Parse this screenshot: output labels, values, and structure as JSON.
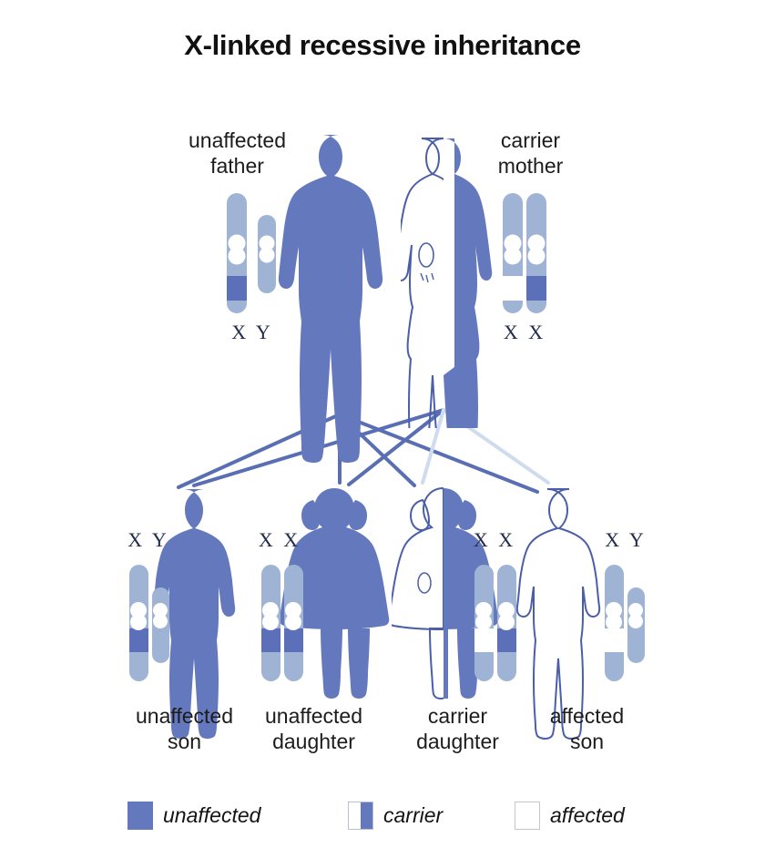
{
  "title": "X-linked recessive inheritance",
  "colors": {
    "figure_blue": "#6478bd",
    "outline_blue": "#4a5fa8",
    "chromosome_body": "#9fb4d4",
    "band_unaffected": "#5b70b8",
    "band_affected": "#ffffff",
    "genotype_text": "#232c4d",
    "label_text": "#1c1c1c",
    "line_dark": "#5a6eb4",
    "line_light": "#cfdced"
  },
  "parents": [
    {
      "id": "father",
      "label": "unaffected\nfather",
      "genotype": "X Y",
      "status": "unaffected",
      "figure": "solid",
      "chromosomes": [
        {
          "type": "X",
          "band": "unaffected"
        },
        {
          "type": "Y",
          "band": "none"
        }
      ]
    },
    {
      "id": "mother",
      "label": "carrier\nmother",
      "genotype": "X X",
      "status": "carrier",
      "figure": "half",
      "chromosomes": [
        {
          "type": "X",
          "band": "affected"
        },
        {
          "type": "X",
          "band": "unaffected"
        }
      ]
    }
  ],
  "children": [
    {
      "id": "unaffected-son",
      "label": "unaffected\nson",
      "genotype": "X Y",
      "status": "unaffected",
      "figure": "solid",
      "chromosomes": [
        {
          "type": "X",
          "band": "unaffected"
        },
        {
          "type": "Y",
          "band": "none"
        }
      ]
    },
    {
      "id": "unaffected-daughter",
      "label": "unaffected\ndaughter",
      "genotype": "X X",
      "status": "unaffected",
      "figure": "solid",
      "chromosomes": [
        {
          "type": "X",
          "band": "unaffected"
        },
        {
          "type": "X",
          "band": "unaffected"
        }
      ]
    },
    {
      "id": "carrier-daughter",
      "label": "carrier\ndaughter",
      "genotype": "X X",
      "status": "carrier",
      "figure": "half",
      "chromosomes": [
        {
          "type": "X",
          "band": "affected"
        },
        {
          "type": "X",
          "band": "unaffected"
        }
      ]
    },
    {
      "id": "affected-son",
      "label": "affected\nson",
      "genotype": "X Y",
      "status": "affected",
      "figure": "outline",
      "chromosomes": [
        {
          "type": "X",
          "band": "affected"
        },
        {
          "type": "Y",
          "band": "none"
        }
      ]
    }
  ],
  "legend": [
    {
      "id": "unaffected",
      "label": "unaffected",
      "swatch": "solid"
    },
    {
      "id": "carrier",
      "label": "carrier",
      "swatch": "half"
    },
    {
      "id": "affected",
      "label": "affected",
      "swatch": "empty"
    }
  ]
}
